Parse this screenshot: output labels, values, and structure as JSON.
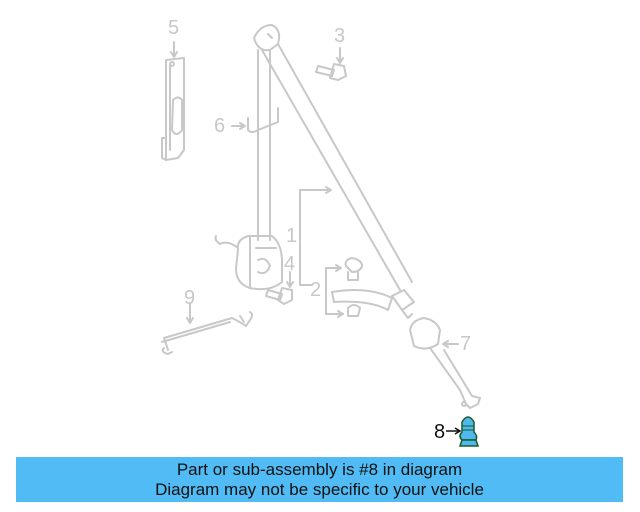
{
  "diagram": {
    "callouts": [
      {
        "id": "1",
        "label": "1"
      },
      {
        "id": "2",
        "label": "2"
      },
      {
        "id": "3",
        "label": "3"
      },
      {
        "id": "4",
        "label": "4"
      },
      {
        "id": "5",
        "label": "5"
      },
      {
        "id": "6",
        "label": "6"
      },
      {
        "id": "7",
        "label": "7"
      },
      {
        "id": "8",
        "label": "8"
      },
      {
        "id": "9",
        "label": "9"
      }
    ],
    "highlighted_part": "8",
    "colors": {
      "line_art": "#c8c8c8",
      "highlight_fill": "#4fb8ee",
      "highlight_stroke": "#1a5a2a",
      "banner": "#50bbf4"
    }
  },
  "banner": {
    "line1": "Part or sub-assembly is #8 in diagram",
    "line2": "Diagram may not be specific to your vehicle"
  }
}
